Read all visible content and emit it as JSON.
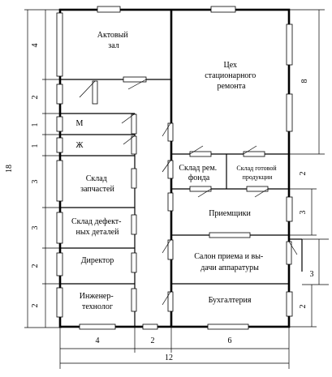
{
  "rooms": {
    "assembly_hall": [
      "Актовый",
      "зал"
    ],
    "repair_shop": [
      "Цех",
      "стационарного",
      "ремонта"
    ],
    "room_m": "М",
    "room_zh": "Ж",
    "spare_parts": [
      "Склад",
      "запчастей"
    ],
    "defective_parts": [
      "Склад дефект-",
      "ных деталей"
    ],
    "director": "Директор",
    "engineer": [
      "Инженер-",
      "технолог"
    ],
    "repair_stock": [
      "Склад рем.",
      "фонда"
    ],
    "finished_goods": [
      "Склад готовой",
      "продукции"
    ],
    "receivers": "Приемщики",
    "reception_salon": [
      "Салон приема и вы-",
      "дачи аппаратуры"
    ],
    "accounting": "Бухгалтерия"
  },
  "dimensions": {
    "left": [
      "4",
      "2",
      "1",
      "1",
      "3",
      "3",
      "2",
      "2"
    ],
    "left_total": "18",
    "right": [
      "8",
      "2",
      "3",
      "3",
      "2"
    ],
    "bottom": [
      "4",
      "2",
      "6"
    ],
    "bottom_total": "12"
  }
}
